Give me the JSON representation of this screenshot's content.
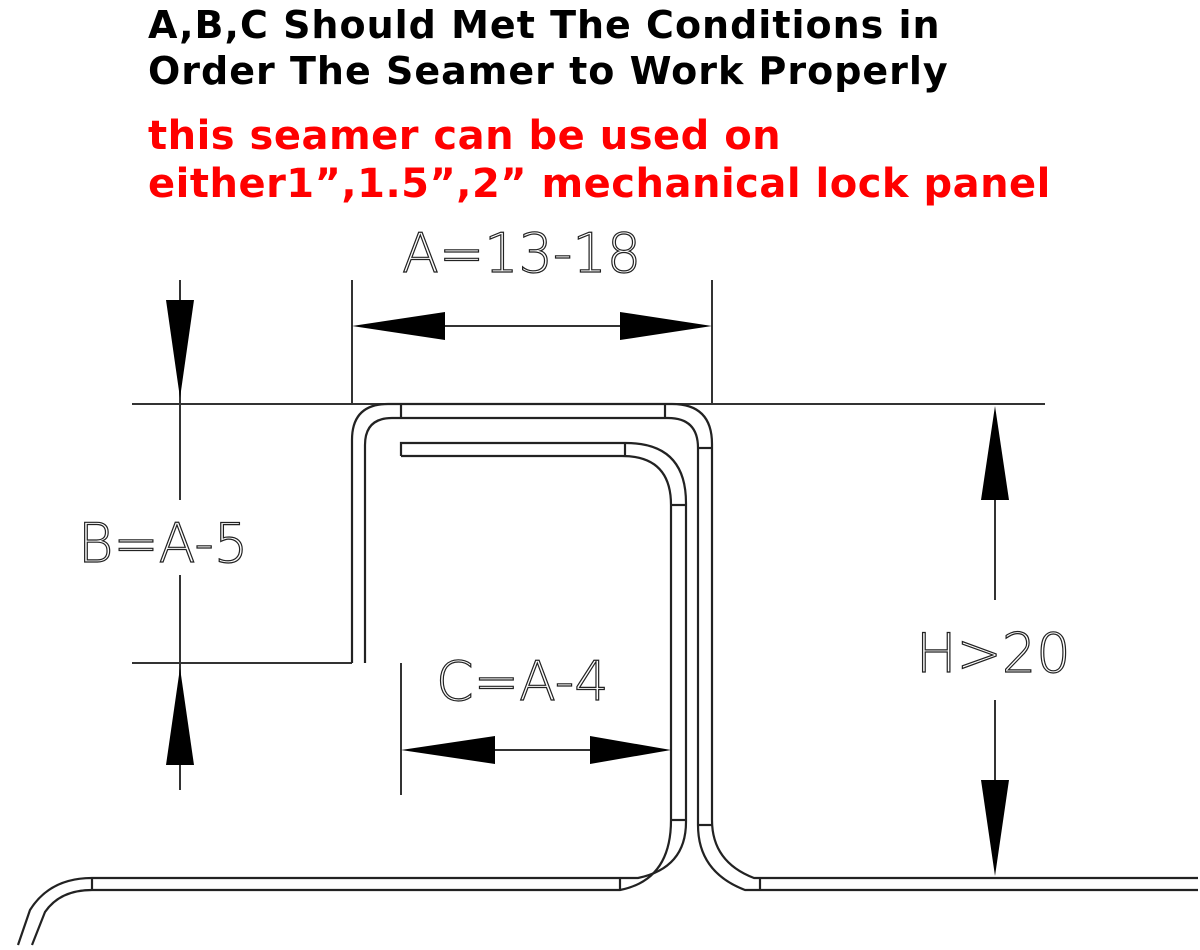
{
  "heading": {
    "line1": "A,B,C Should Met The Conditions in",
    "line2": "Order The Seamer to Work Properly"
  },
  "note": {
    "line1": "this seamer can be used on",
    "line2": "either1”,1.5”,2” mechanical lock panel"
  },
  "dimensions": {
    "a": "A=13-18",
    "b": "B=A-5",
    "c": "C=A-4",
    "h": "H>20"
  },
  "colors": {
    "heading": "#000000",
    "note": "#ff0000",
    "lines": "#222222"
  }
}
